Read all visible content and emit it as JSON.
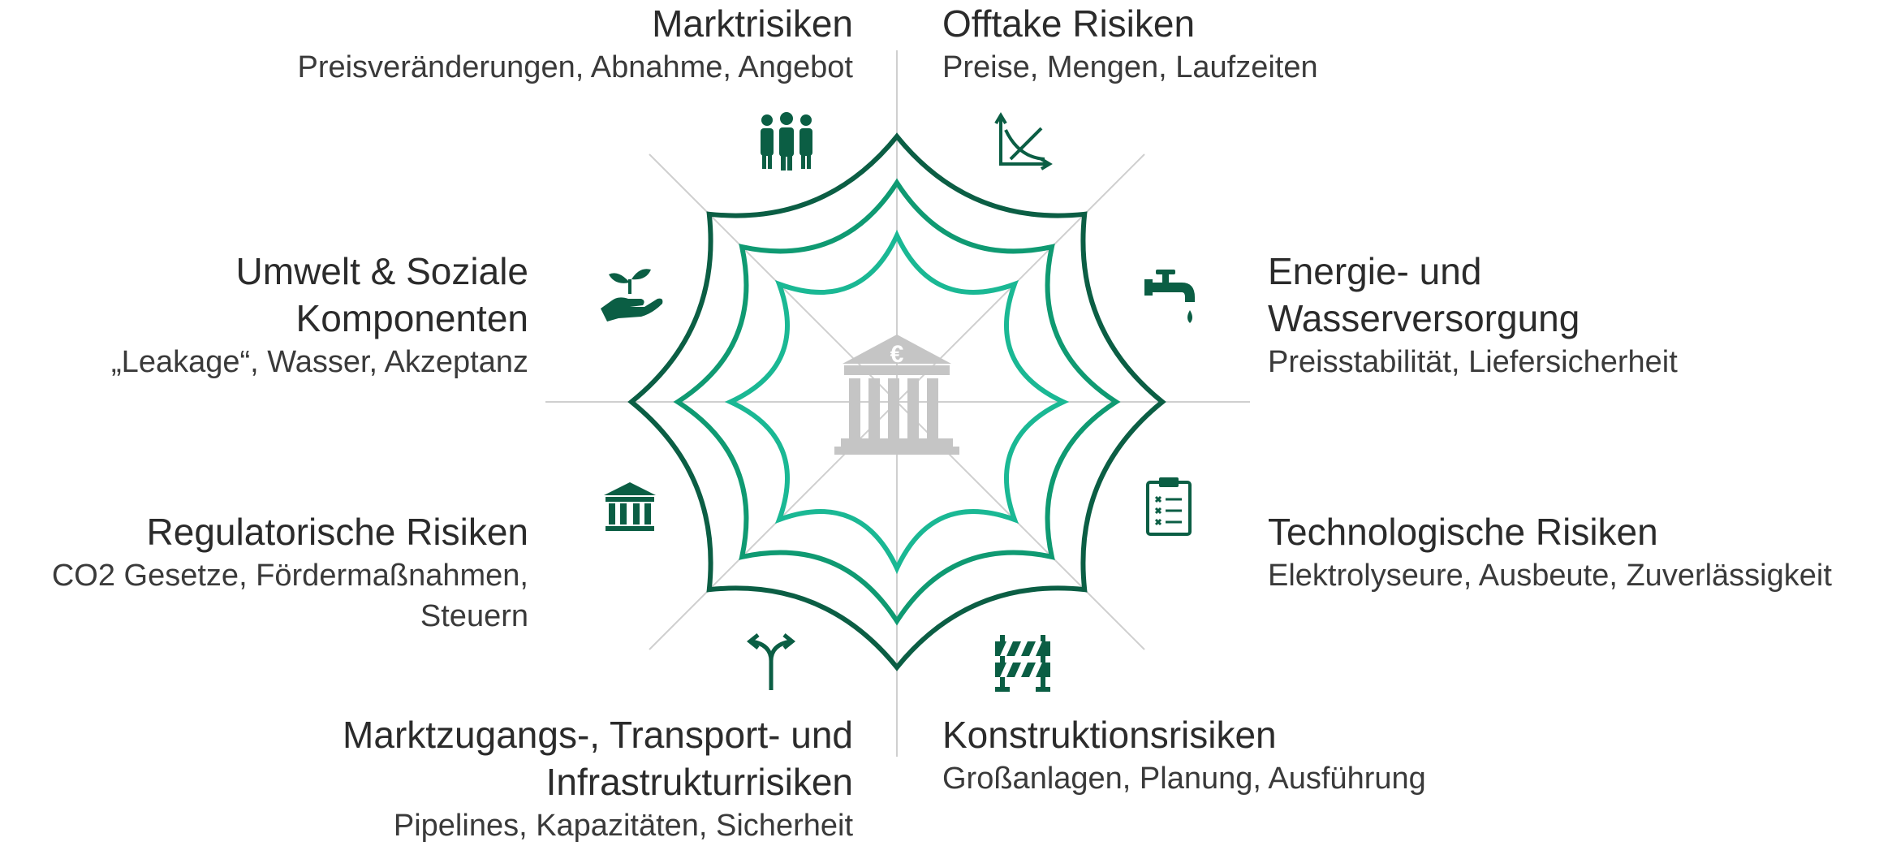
{
  "colors": {
    "dark": "#0b5e44",
    "mid": "#0f9a72",
    "light": "#1ab894",
    "line": "#cfcfcf",
    "center": "#c5c5c5"
  },
  "center_icon": "bank-euro-icon",
  "risks": [
    {
      "id": "markt",
      "title": "Marktrisiken",
      "title2": "",
      "details": "Preisveränderungen, Abnahme, Angebot",
      "details2": "",
      "icon": "people-group-icon"
    },
    {
      "id": "offtake",
      "title": "Offtake Risiken",
      "title2": "",
      "details": "Preise, Mengen, Laufzeiten",
      "details2": "",
      "icon": "supply-demand-chart-icon"
    },
    {
      "id": "energie",
      "title": "Energie- und",
      "title2": "Wasserversorgung",
      "details": "Preisstabilität, Liefersicherheit",
      "details2": "",
      "icon": "water-tap-icon"
    },
    {
      "id": "technologie",
      "title": "Technologische Risiken",
      "title2": "",
      "details": "Elektrolyseure, Ausbeute, Zuverlässigkeit",
      "details2": "",
      "icon": "clipboard-checklist-icon"
    },
    {
      "id": "konstruktion",
      "title": "Konstruktionsrisiken",
      "title2": "",
      "details": "Großanlagen, Planung, Ausführung",
      "details2": "",
      "icon": "construction-barrier-icon"
    },
    {
      "id": "marktzugang",
      "title": "Marktzugangs-, Transport- und",
      "title2": "Infrastrukturrisiken",
      "details": "Pipelines, Kapazitäten, Sicherheit",
      "details2": "",
      "icon": "split-arrows-icon"
    },
    {
      "id": "regulatorisch",
      "title": "Regulatorische Risiken",
      "title2": "",
      "details": "CO2 Gesetze, Fördermaßnahmen,",
      "details2": "Steuern",
      "icon": "government-building-icon"
    },
    {
      "id": "umwelt",
      "title": "Umwelt & Soziale",
      "title2": "Komponenten",
      "details": "„Leakage“, Wasser, Akzeptanz",
      "details2": "",
      "icon": "plant-in-hand-icon"
    }
  ]
}
